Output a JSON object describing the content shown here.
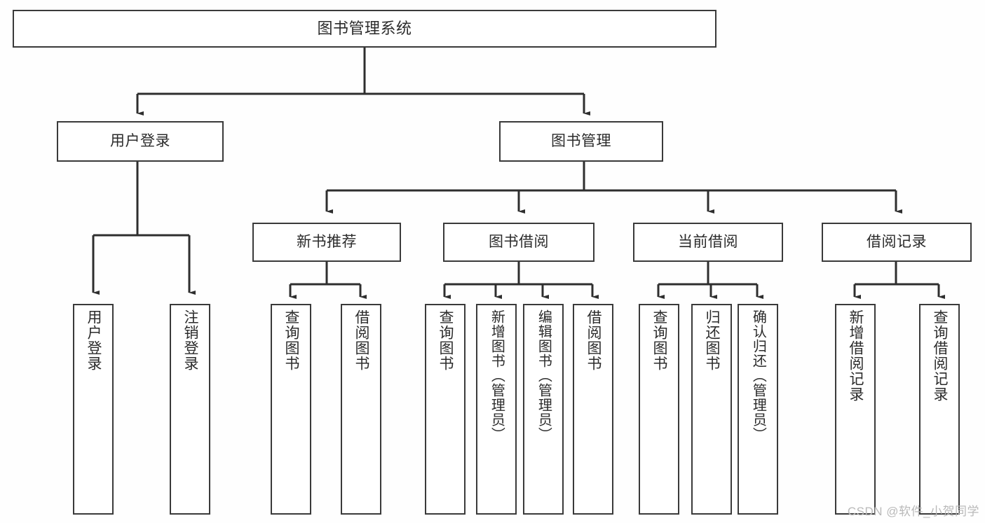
{
  "diagram": {
    "title": "图书管理系统",
    "type": "tree-hierarchy",
    "orientation": "top-down",
    "colors": {
      "box_border": "#3a3a3a",
      "box_fill": "#ffffff",
      "connector": "#2e2e2e",
      "text": "#2b2b2b",
      "background": "#fefefe",
      "watermark": "#b9b9b9"
    }
  },
  "root": {
    "label": "图书管理系统"
  },
  "level2": [
    {
      "label": "用户登录"
    },
    {
      "label": "图书管理"
    }
  ],
  "level3": [
    {
      "label": "新书推荐"
    },
    {
      "label": "图书借阅"
    },
    {
      "label": "当前借阅"
    },
    {
      "label": "借阅记录"
    }
  ],
  "leaves": {
    "user_login": [
      {
        "label": "用户登录"
      },
      {
        "label": "注销登录"
      }
    ],
    "new_book_recommend": [
      {
        "label": "查询图书"
      },
      {
        "label": "借阅图书"
      }
    ],
    "book_borrow": [
      {
        "label": "查询图书"
      },
      {
        "label": "新增图书（管理员）"
      },
      {
        "label": "编辑图书（管理员）"
      },
      {
        "label": "借阅图书"
      }
    ],
    "current_borrow": [
      {
        "label": "查询图书"
      },
      {
        "label": "归还图书"
      },
      {
        "label": "确认归还（管理员）"
      }
    ],
    "borrow_record": [
      {
        "label": "新增借阅记录"
      },
      {
        "label": "查询借阅记录"
      }
    ]
  },
  "watermark": {
    "text": "CSDN @软件_小贺同学"
  }
}
